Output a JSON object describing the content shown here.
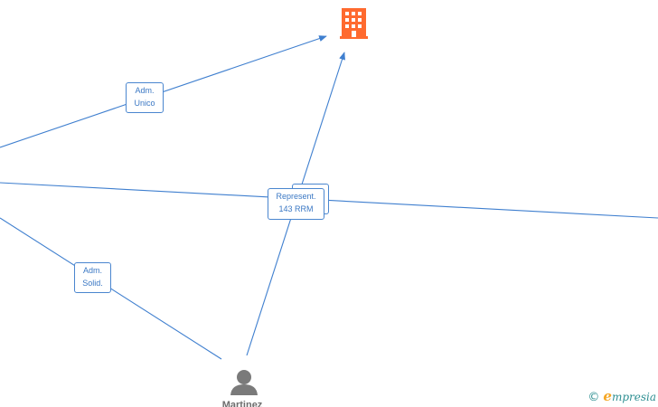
{
  "diagram": {
    "nodes": {
      "company": {
        "icon": "building-icon",
        "color": "#ff5f2e"
      },
      "person": {
        "icon": "person-icon",
        "color": "#7a7a7a",
        "name": "Martinez"
      }
    },
    "edge_labels": {
      "adm_unico": {
        "line1": "Adm.",
        "line2": "Unico"
      },
      "represent": {
        "line1": "Represent.",
        "line2": "143 RRM"
      },
      "adm_solid": {
        "line1": "Adm.",
        "line2": "Solid."
      }
    },
    "edge_color": "#3f7fcf"
  },
  "watermark": {
    "copyright_symbol": "©",
    "brand_initial": "e",
    "brand_rest": "mpresia"
  }
}
